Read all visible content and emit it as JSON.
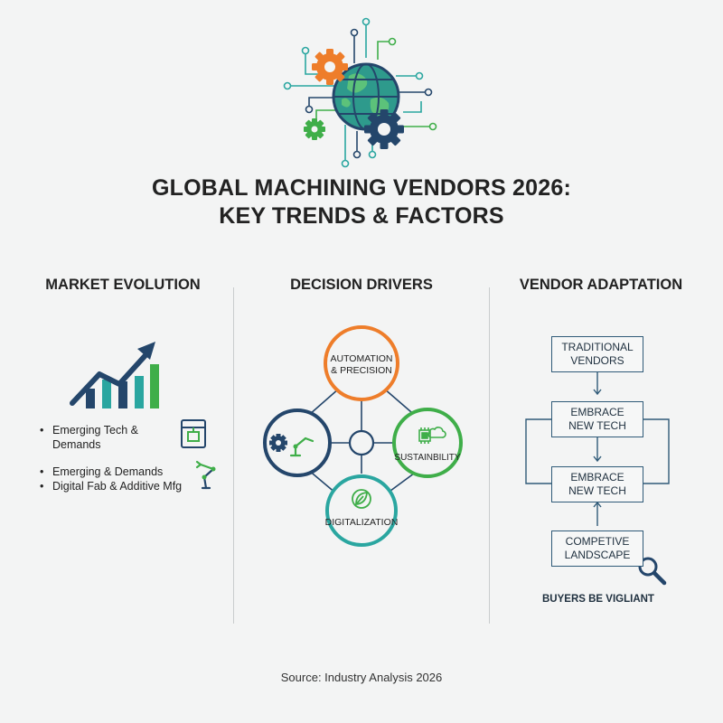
{
  "title": {
    "line1": "GLOBAL MACHINING VENDORS 2026:",
    "line2": "KEY TRENDS & FACTORS"
  },
  "columns": {
    "market_evolution": {
      "heading": "MARKET EVOLUTION",
      "bullets": [
        {
          "dot": "•",
          "line1": "Emerging Tech &",
          "line2": "Demands"
        },
        {
          "dot": "•",
          "line1": "Emerging & Demands"
        },
        {
          "dot": "•",
          "line1": "Digital Fab & Additive Mfg"
        }
      ]
    },
    "decision_drivers": {
      "heading": "DECISION DRIVERS",
      "nodes": {
        "top": {
          "line1": "AUTOMATION",
          "line2": "& PRECISION"
        },
        "right": {
          "label": "SUSTAINBILITY"
        },
        "bottom": {
          "label": "DIGITALIZATION"
        }
      }
    },
    "vendor_adaptation": {
      "heading": "VENDOR ADAPTATION",
      "boxes": [
        {
          "line1": "TRADITIONAL",
          "line2": "VENDORS"
        },
        {
          "line1": "EMBRACE",
          "line2": "NEW TECH"
        },
        {
          "line1": "EMBRACE",
          "line2": "NEW TECH"
        },
        {
          "line1": "COMPETIVE",
          "line2": "LANDSCAPE"
        }
      ],
      "footer": "BUYERS BE VIGLIANT"
    }
  },
  "source": "Source: Industry Analysis 2026",
  "colors": {
    "navy": "#24466b",
    "green": "#3fae49",
    "orange": "#ee7d2a",
    "teal": "#2aa6a0",
    "lime": "#6cc04a"
  },
  "icons": [
    "globe-icon",
    "gear-icon",
    "growth-chart-icon",
    "3d-printer-icon",
    "robot-arm-icon",
    "chip-icon",
    "leaf-icon",
    "magnifier-icon"
  ]
}
